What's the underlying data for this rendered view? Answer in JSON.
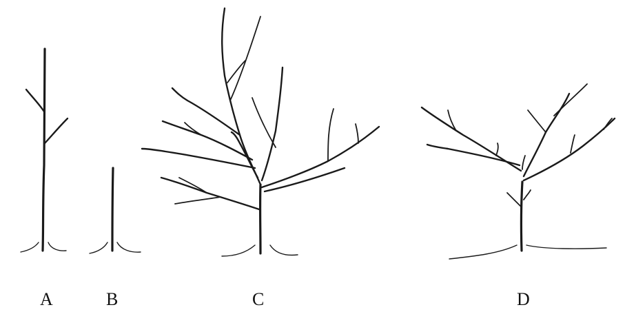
{
  "figure": {
    "labels": {
      "a": "A",
      "b": "B",
      "c": "C",
      "d": "D"
    },
    "line_color": "#1a1a1a",
    "background": "#ffffff"
  }
}
